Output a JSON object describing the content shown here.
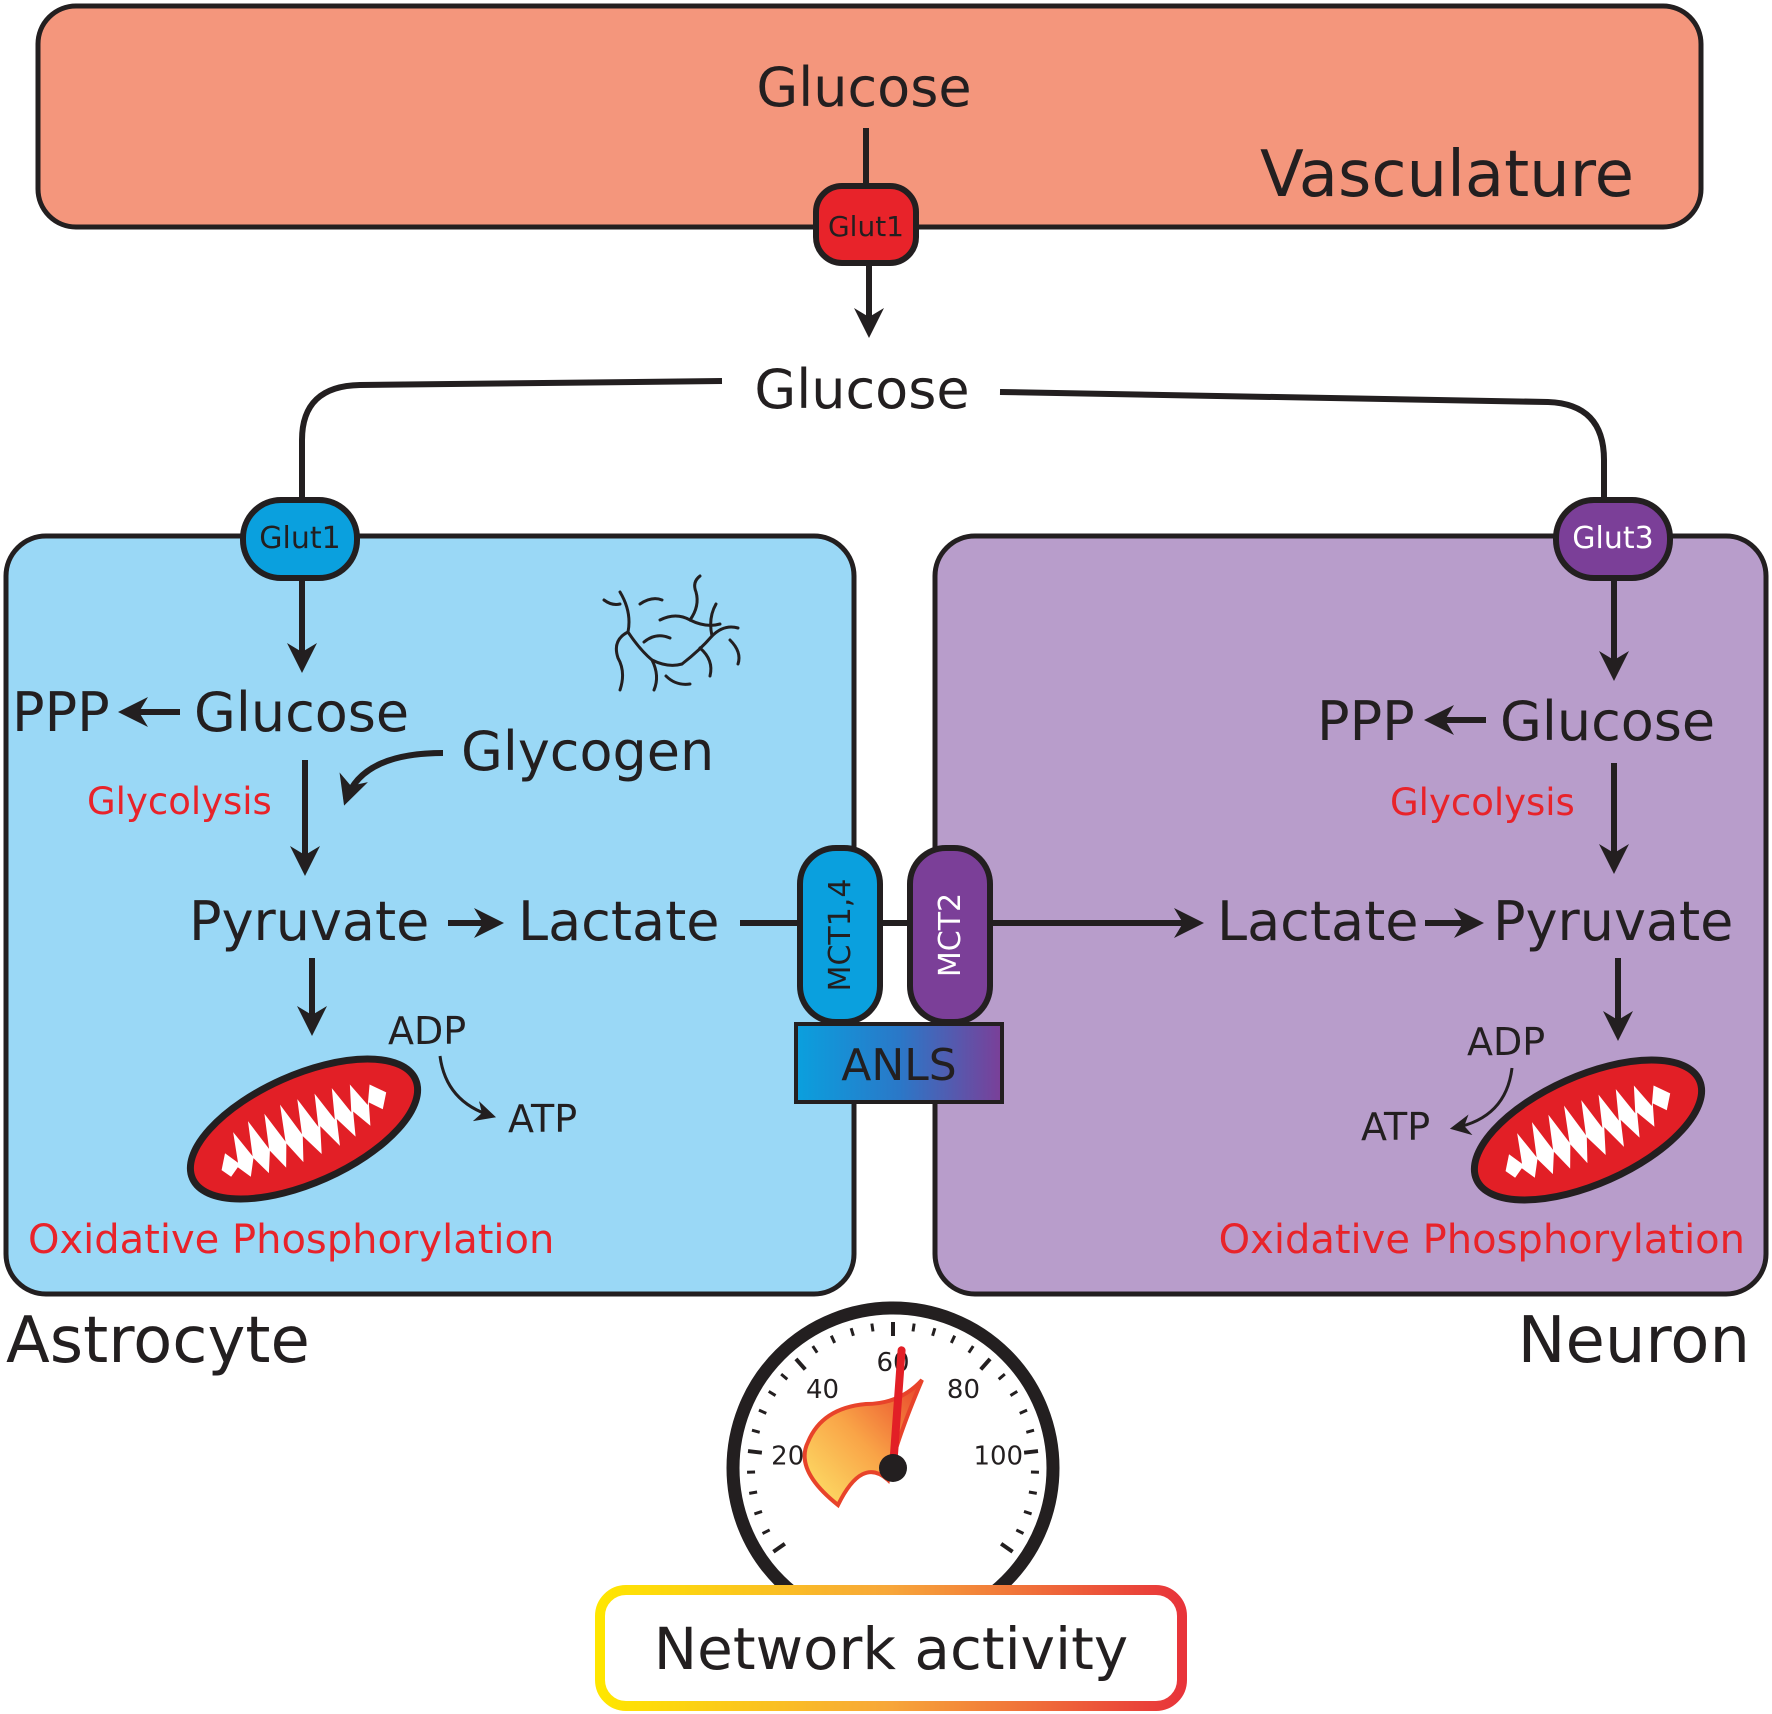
{
  "vasculature": {
    "label": "Vasculature",
    "glucose": "Glucose",
    "transporter": "Glut1",
    "fill": "#f4967c",
    "transporter_color": "#e8232a"
  },
  "extracellular_glucose": "Glucose",
  "astrocyte": {
    "label": "Astrocyte",
    "fill": "#9ad8f6",
    "transporter": "Glut1",
    "transporter_color": "#0aa0de",
    "ppp": "PPP",
    "glucose": "Glucose",
    "glycogen": "Glycogen",
    "glycolysis": "Glycolysis",
    "pyruvate": "Pyruvate",
    "lactate": "Lactate",
    "adp": "ADP",
    "atp": "ATP",
    "oxphos": "Oxidative Phosphorylation",
    "mct": "MCT1,4"
  },
  "neuron": {
    "label": "Neuron",
    "fill": "#b89dcb",
    "transporter": "Glut3",
    "transporter_color": "#7b3f98",
    "ppp": "PPP",
    "glucose": "Glucose",
    "glycolysis": "Glycolysis",
    "lactate": "Lactate",
    "pyruvate": "Pyruvate",
    "adp": "ADP",
    "atp": "ATP",
    "oxphos": "Oxidative Phosphorylation",
    "mct": "MCT2"
  },
  "shuttle": {
    "label": "ANLS"
  },
  "gauge": {
    "ticks": [
      "20",
      "40",
      "60",
      "80",
      "100"
    ],
    "needle_value": 62,
    "label": "Network activity"
  },
  "colors": {
    "accent_red": "#e8232a",
    "mitochondria_red": "#e21f26",
    "outline": "#231f20"
  },
  "icons": [
    "glycogen-icon",
    "mitochondrion-icon",
    "speedometer-icon"
  ]
}
